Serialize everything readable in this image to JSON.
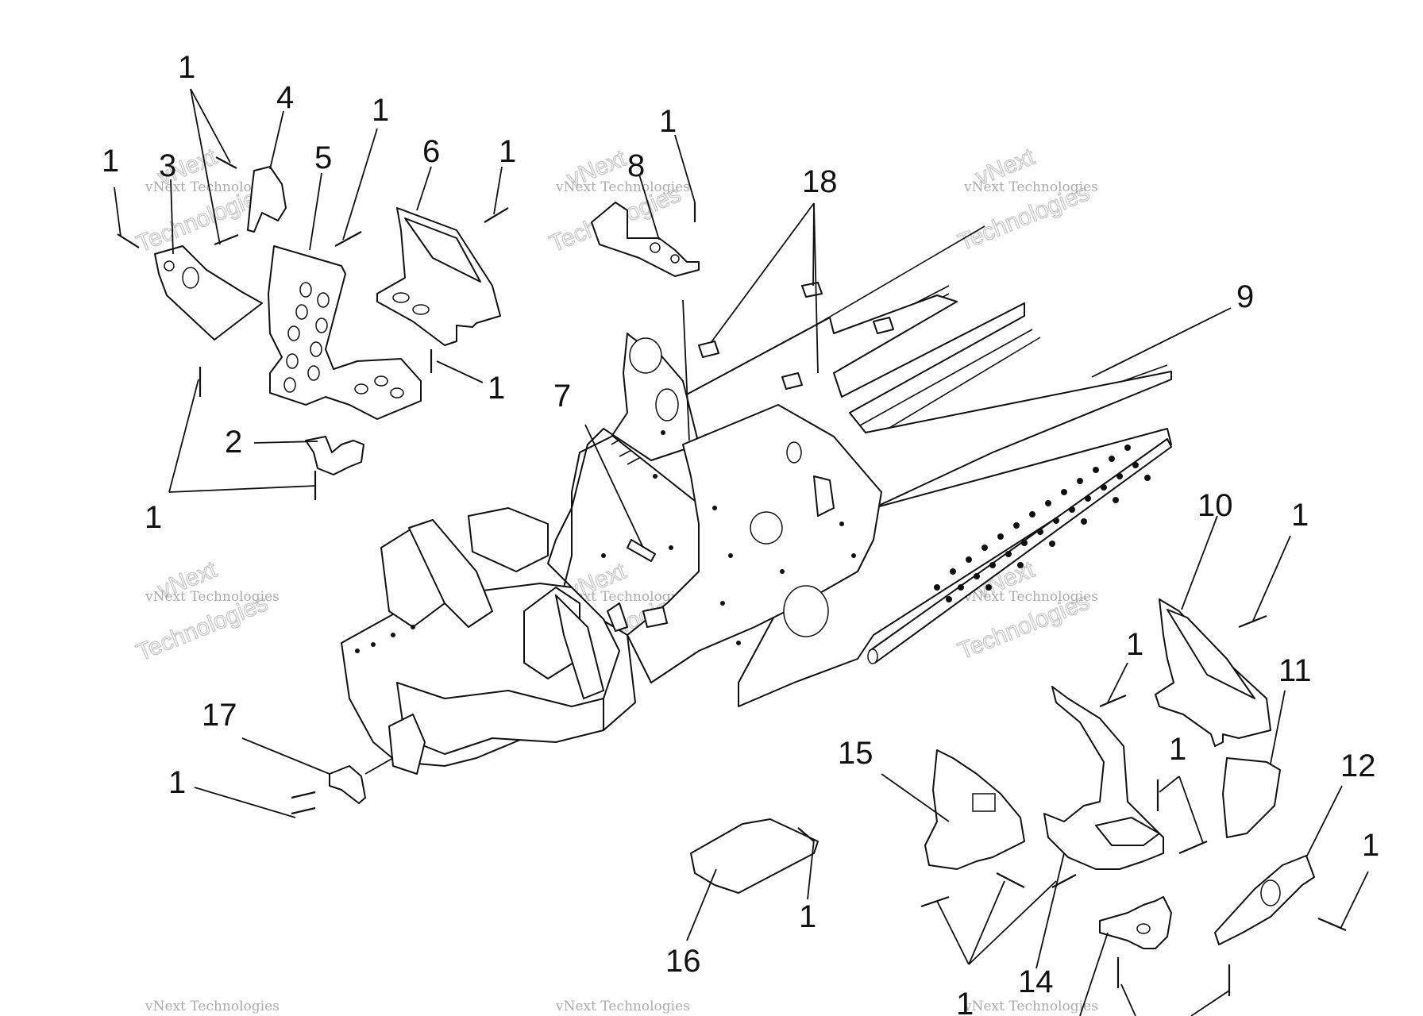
{
  "diagram": {
    "watermark": {
      "line1": "vNext Technologies",
      "line2": "vNext",
      "line3": "Technologies"
    },
    "callouts": [
      {
        "id": "c1a",
        "text": "1"
      },
      {
        "id": "c1b",
        "text": "1"
      },
      {
        "id": "c3",
        "text": "3"
      },
      {
        "id": "c4",
        "text": "4"
      },
      {
        "id": "c5",
        "text": "5"
      },
      {
        "id": "c1c",
        "text": "1"
      },
      {
        "id": "c6",
        "text": "6"
      },
      {
        "id": "c1d",
        "text": "1"
      },
      {
        "id": "c1e",
        "text": "1"
      },
      {
        "id": "c8",
        "text": "8"
      },
      {
        "id": "c18",
        "text": "18"
      },
      {
        "id": "c9",
        "text": "9"
      },
      {
        "id": "c1f",
        "text": "1"
      },
      {
        "id": "c7",
        "text": "7"
      },
      {
        "id": "c2",
        "text": "2"
      },
      {
        "id": "c1g",
        "text": "1"
      },
      {
        "id": "c10",
        "text": "10"
      },
      {
        "id": "c1h",
        "text": "1"
      },
      {
        "id": "c1i",
        "text": "1"
      },
      {
        "id": "c11",
        "text": "11"
      },
      {
        "id": "c17",
        "text": "17"
      },
      {
        "id": "c1j",
        "text": "1"
      },
      {
        "id": "c15",
        "text": "15"
      },
      {
        "id": "c1k",
        "text": "1"
      },
      {
        "id": "c12",
        "text": "12"
      },
      {
        "id": "c1l",
        "text": "1"
      },
      {
        "id": "c1m",
        "text": "1"
      },
      {
        "id": "c16",
        "text": "16"
      },
      {
        "id": "c14",
        "text": "14"
      },
      {
        "id": "c1n",
        "text": "1"
      }
    ]
  }
}
